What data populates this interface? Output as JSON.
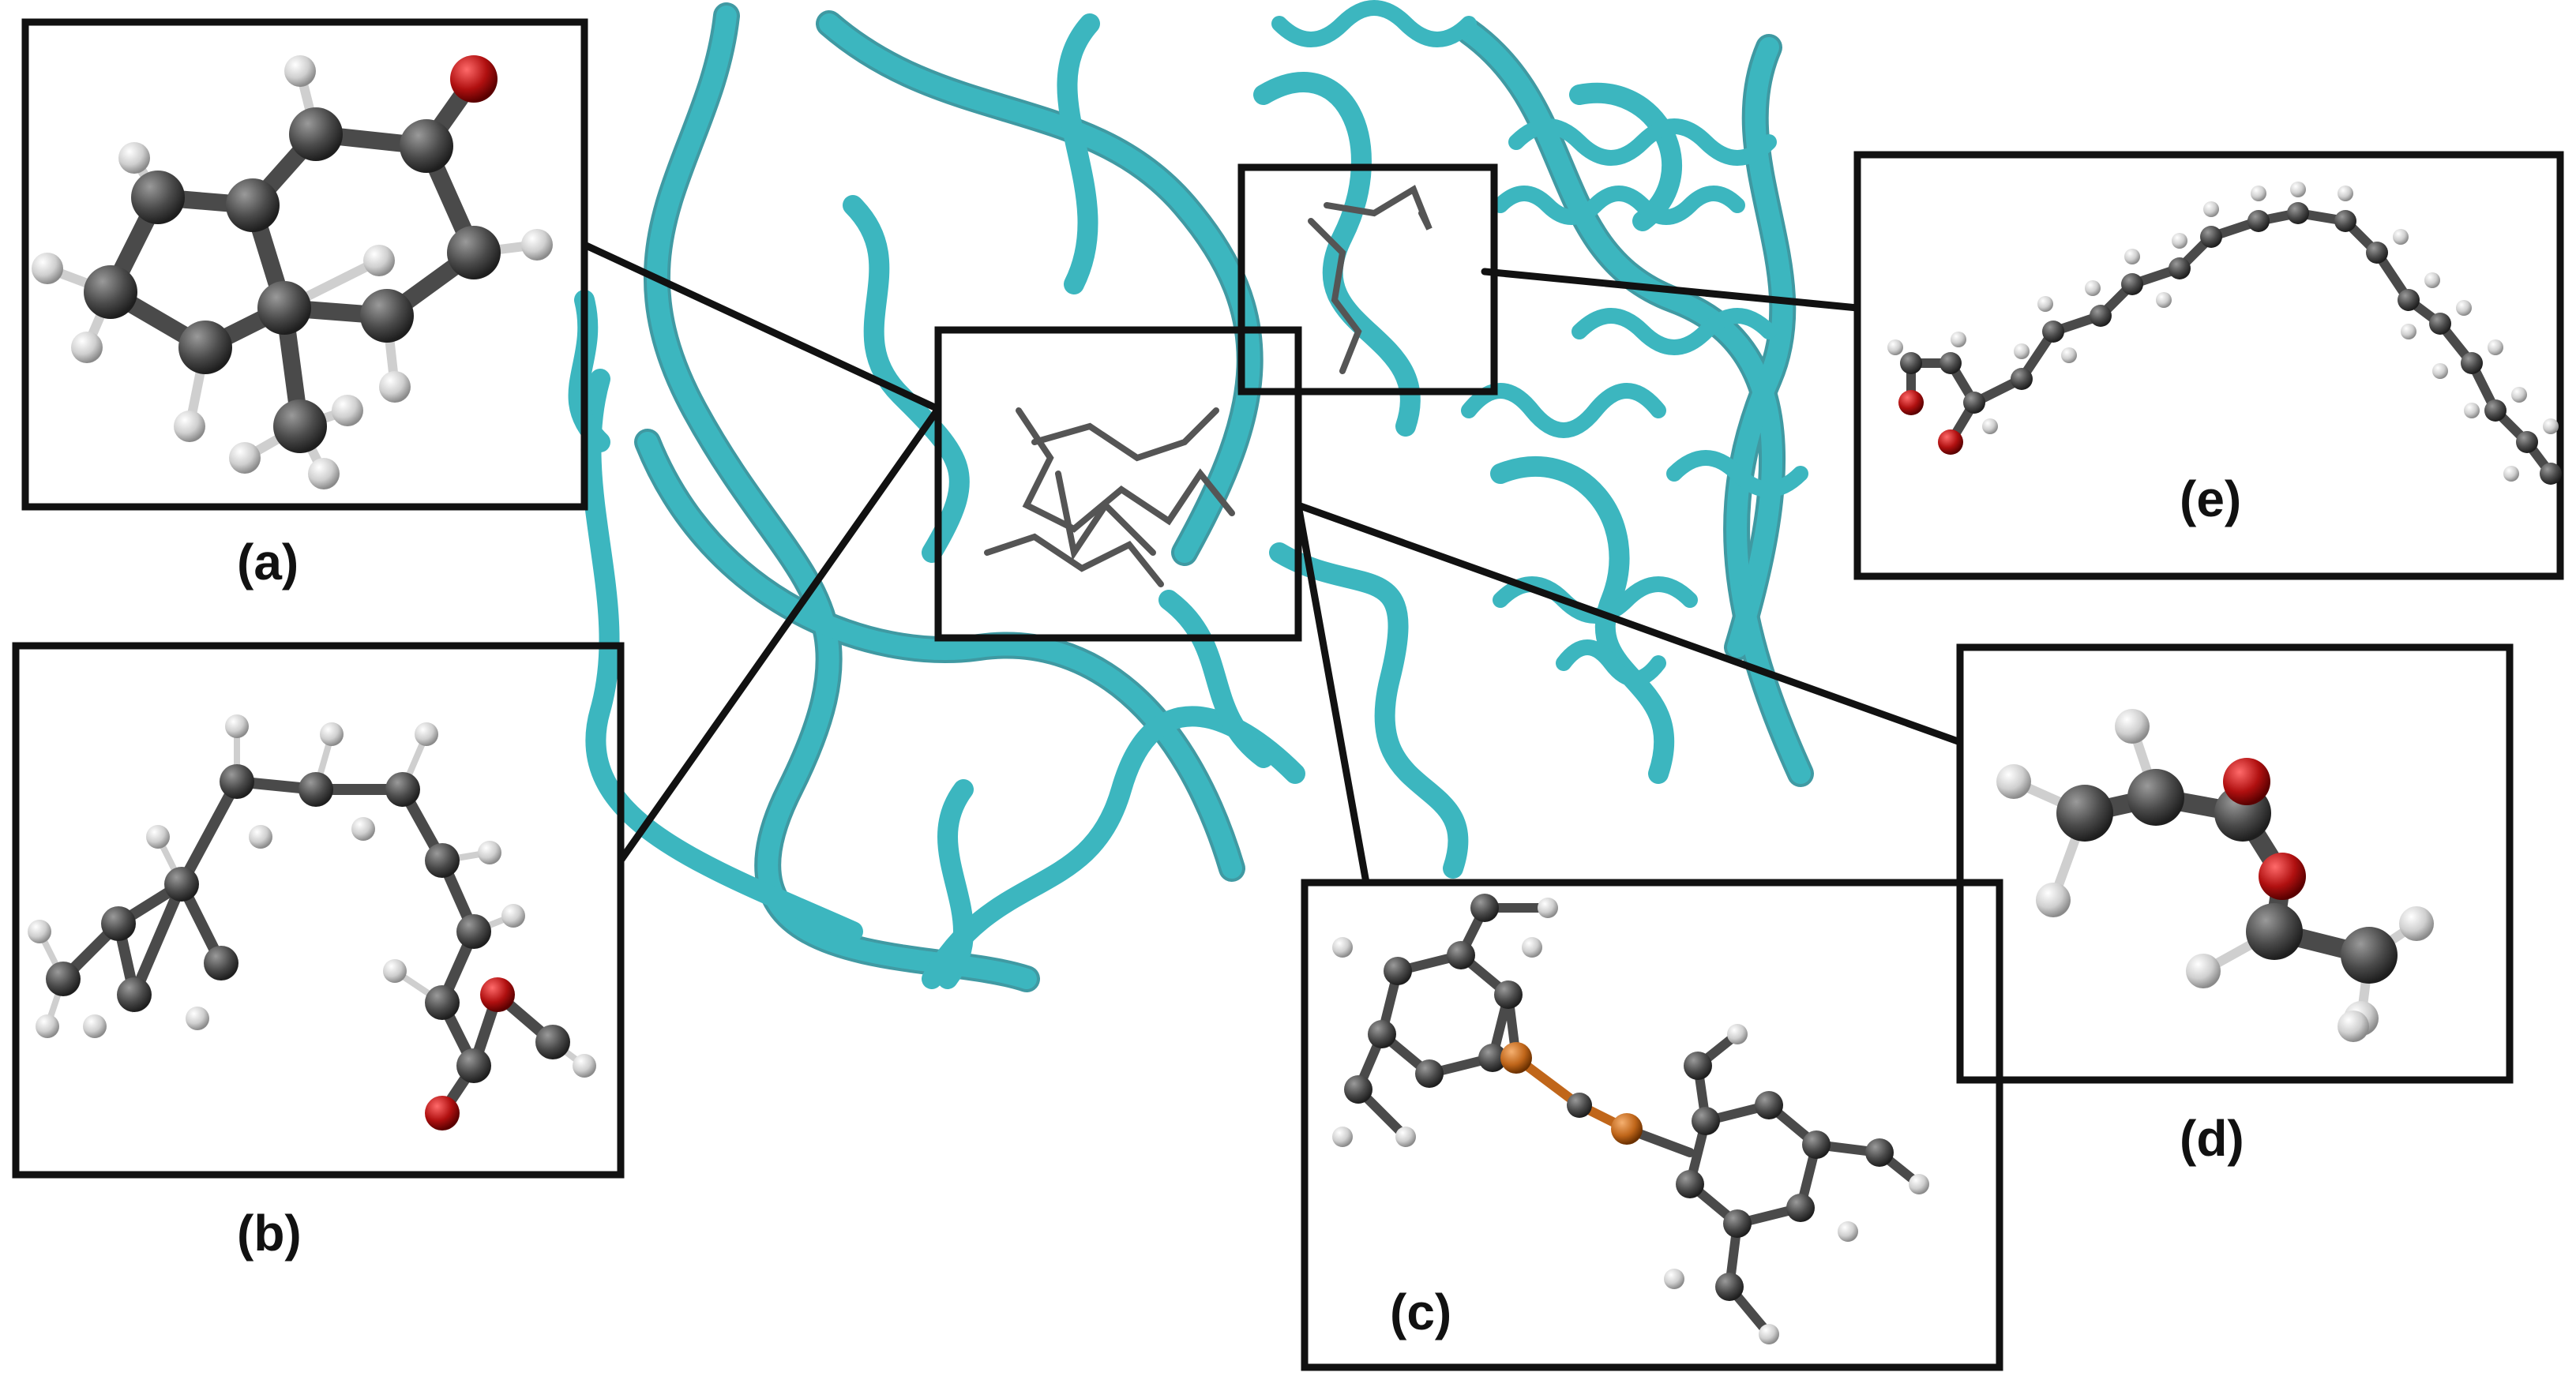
{
  "figure": {
    "panels": [
      {
        "id": "a",
        "label": "(a)"
      },
      {
        "id": "b",
        "label": "(b)"
      },
      {
        "id": "c",
        "label": "(c)"
      },
      {
        "id": "d",
        "label": "(d)"
      },
      {
        "id": "e",
        "label": "(e)"
      }
    ],
    "colors": {
      "protein_ribbon": "#3cb6bf",
      "protein_ribbon_dark": "#2b8f99",
      "carbon": "#4a4a4a",
      "hydrogen": "#d9d9d9",
      "oxygen": "#b01010",
      "phosphorus": "#c0661a",
      "frame": "#111111"
    }
  }
}
